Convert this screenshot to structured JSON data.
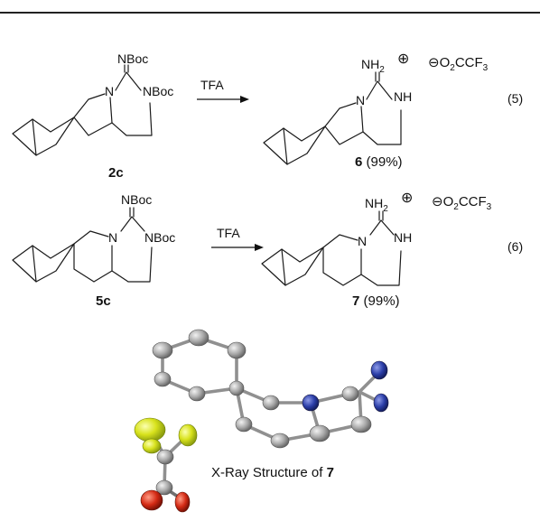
{
  "colors": {
    "carbon": "#a8a8a8",
    "nitrogen": "#2b3ea8",
    "oxygen": "#d42a14",
    "fluorine": "#d8e21c",
    "rule": "#222222"
  },
  "reaction5": {
    "sm_sub_top": "NBoc",
    "sm_sub_ring": "NBoc",
    "sm_ring_n": "N",
    "sm_label": "2c",
    "reagent": "TFA",
    "pr_sub_top": "NH",
    "pr_sub_top_sub": "2",
    "pr_plus": "⊕",
    "pr_minus": "⊖",
    "pr_counter_a": "O",
    "pr_counter_sub1": "2",
    "pr_counter_b": "CCF",
    "pr_counter_sub2": "3",
    "pr_ring_n": "N",
    "pr_ring_nh": "NH",
    "pr_label": "6",
    "pr_yield": "(99%)",
    "eq_number": "(5)"
  },
  "reaction6": {
    "sm_sub_top": "NBoc",
    "sm_sub_ring": "NBoc",
    "sm_ring_n": "N",
    "sm_label": "5c",
    "reagent": "TFA",
    "pr_sub_top": "NH",
    "pr_sub_top_sub": "2",
    "pr_plus": "⊕",
    "pr_minus": "⊖",
    "pr_counter_a": "O",
    "pr_counter_sub1": "2",
    "pr_counter_b": "CCF",
    "pr_counter_sub2": "3",
    "pr_ring_n": "N",
    "pr_ring_nh": "NH",
    "pr_label": "7",
    "pr_yield": "(99%)",
    "eq_number": "(6)"
  },
  "xray": {
    "caption": "X-Ray Structure of",
    "caption_compound": "7"
  }
}
